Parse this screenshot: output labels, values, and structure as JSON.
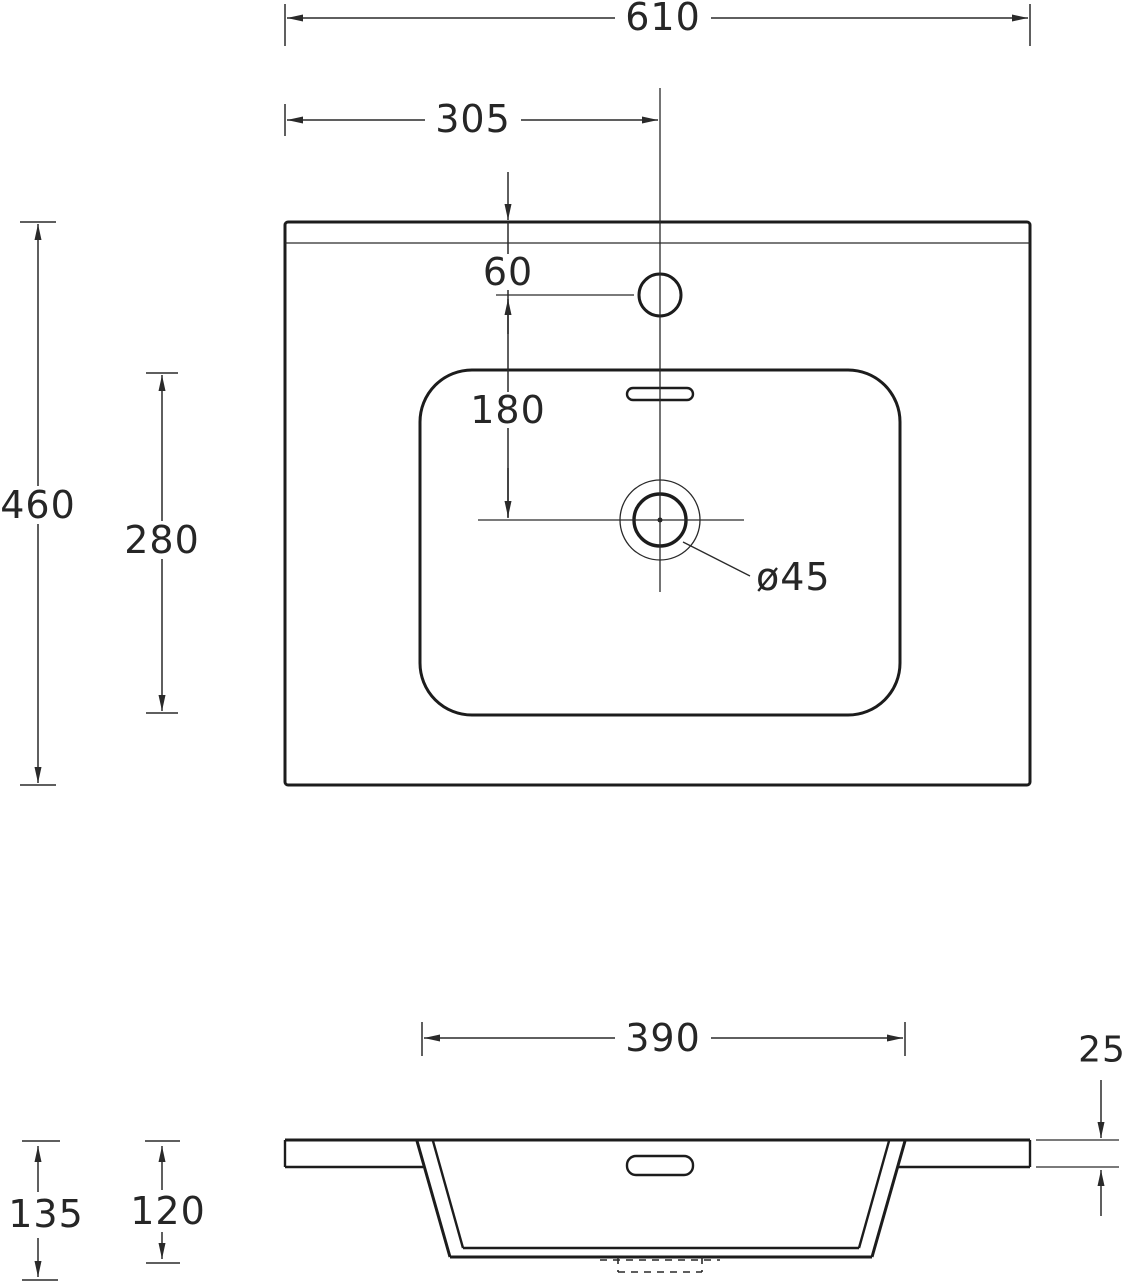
{
  "drawing": {
    "kind": "washbasin-technical-drawing",
    "colors": {
      "line": "#1c1c1c",
      "background": "#ffffff"
    },
    "top_view": {
      "total_width": "610",
      "center_offset": "305",
      "faucet_from_edge": "60",
      "faucet_to_drain": "180",
      "total_depth": "460",
      "basin_depth": "280",
      "drain_diameter": "ø45"
    },
    "side_view": {
      "basin_width": "390",
      "rim_thickness": "25",
      "total_height": "135",
      "bowl_height": "120"
    }
  }
}
